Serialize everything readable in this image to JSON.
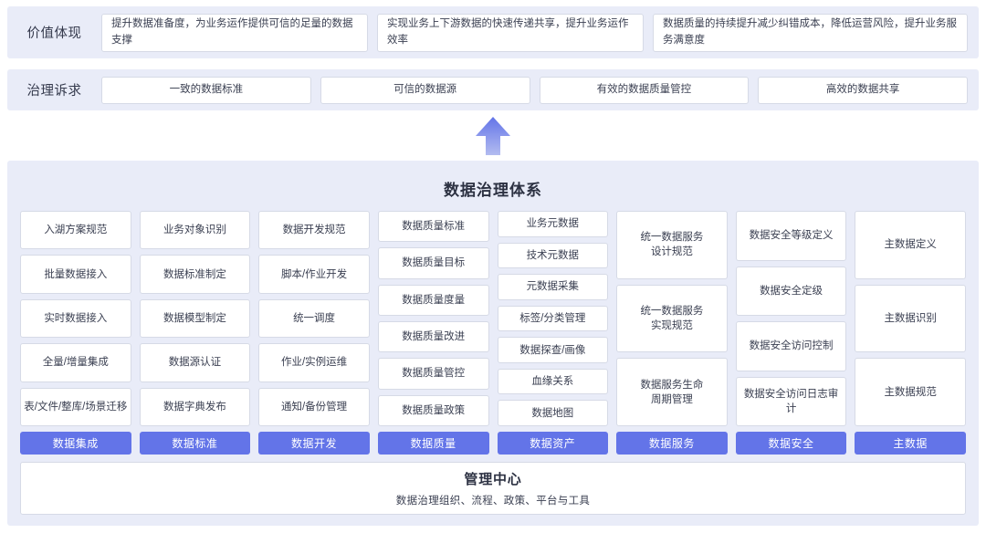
{
  "theme": {
    "panel_bg": "#e9ecf8",
    "accent_blue": "#6374e8",
    "card_bg": "#ffffff",
    "card_border": "#d6dae6",
    "text": "#3b4052",
    "page_bg": "#ffffff"
  },
  "value_row": {
    "label": "价值体现",
    "items": [
      "提升数据准备度，为业务运作提供可信的足量的数据支撑",
      "实现业务上下游数据的快速传递共享，提升业务运作效率",
      "数据质量的持续提升减少纠错成本，降低运营风险，提升业务服务满意度"
    ]
  },
  "demand_row": {
    "label": "治理诉求",
    "items": [
      "一致的数据标准",
      "可信的数据源",
      "有效的数据质量管控",
      "高效的数据共享"
    ]
  },
  "arrow": {
    "icon": "arrow-up-icon",
    "direction": "up",
    "color_top": "#6374e8",
    "color_bottom": "#a8b3ee"
  },
  "governance": {
    "title": "数据治理体系",
    "columns": [
      {
        "category": "数据集成",
        "items": [
          "入湖方案规范",
          "批量数据接入",
          "实时数据接入",
          "全量/增量集成",
          "表/文件/整库/场景迁移"
        ]
      },
      {
        "category": "数据标准",
        "items": [
          "业务对象识别",
          "数据标准制定",
          "数据模型制定",
          "数据源认证",
          "数据字典发布"
        ]
      },
      {
        "category": "数据开发",
        "items": [
          "数据开发规范",
          "脚本/作业开发",
          "统一调度",
          "作业/实例运维",
          "通知/备份管理"
        ]
      },
      {
        "category": "数据质量",
        "items": [
          "数据质量标准",
          "数据质量目标",
          "数据质量度量",
          "数据质量改进",
          "数据质量管控",
          "数据质量政策"
        ]
      },
      {
        "category": "数据资产",
        "items": [
          "业务元数据",
          "技术元数据",
          "元数据采集",
          "标签/分类管理",
          "数据探查/画像",
          "血缘关系",
          "数据地图"
        ]
      },
      {
        "category": "数据服务",
        "items": [
          "统一数据服务\n设计规范",
          "统一数据服务\n实现规范",
          "数据服务生命\n周期管理"
        ]
      },
      {
        "category": "数据安全",
        "items": [
          "数据安全等级定义",
          "数据安全定级",
          "数据安全访问控制",
          "数据安全访问日志审计"
        ]
      },
      {
        "category": "主数据",
        "items": [
          "主数据定义",
          "主数据识别",
          "主数据规范"
        ]
      }
    ]
  },
  "management_center": {
    "title": "管理中心",
    "subtitle": "数据治理组织、流程、政策、平台与工具"
  }
}
